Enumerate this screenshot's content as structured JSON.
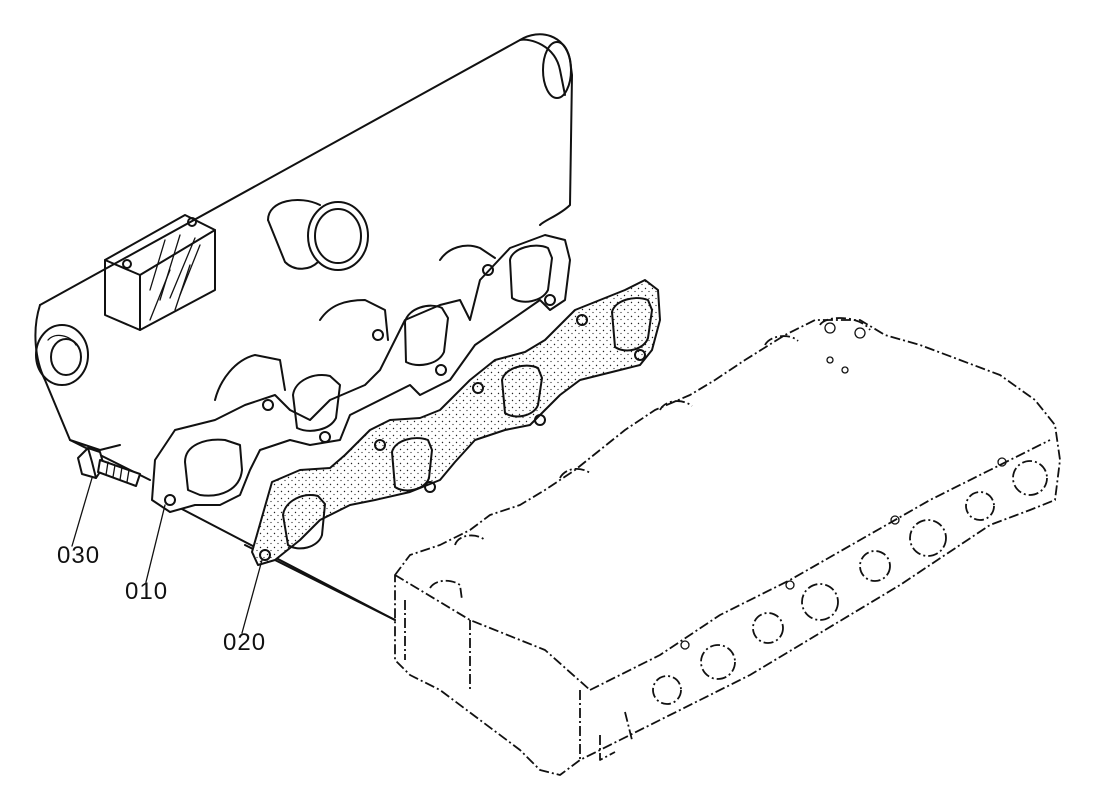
{
  "callouts": {
    "bolt": "030",
    "manifold": "010",
    "gasket": "020"
  },
  "colors": {
    "ink": "#111111",
    "paper": "#ffffff"
  }
}
